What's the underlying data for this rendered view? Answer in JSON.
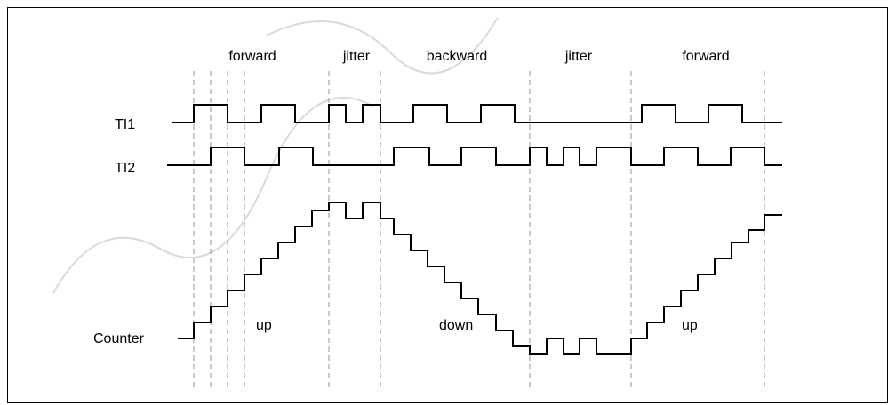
{
  "phases": [
    "forward",
    "jitter",
    "backward",
    "jitter",
    "forward"
  ],
  "signals": {
    "ti1": "TI1",
    "ti2": "TI2",
    "counter": "Counter"
  },
  "directions": {
    "up_1": "up",
    "down": "down",
    "up_2": "up"
  },
  "colors": {
    "waveform": "#000000",
    "guide_lines": "#a6a6a6",
    "frame": "#000000",
    "background": "#ffffff"
  }
}
